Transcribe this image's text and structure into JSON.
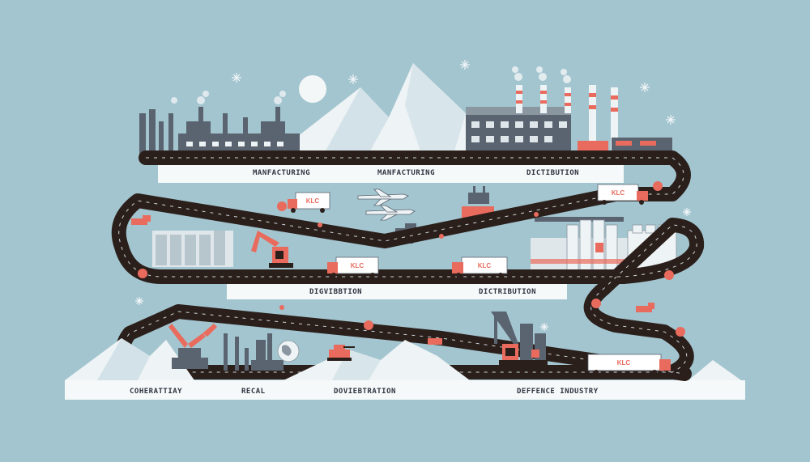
{
  "labels": {
    "top": [
      "MANFACTURING",
      "MANFACTURING",
      "DICTIBUTION"
    ],
    "middle": [
      "DIGVIBBTION",
      "DICTRIBUTION"
    ],
    "bottom": [
      "COHERATTIAY",
      "RECAL",
      "DOVIEBTRATION",
      "DEFFENCE INDUSTRY"
    ]
  },
  "truck_logo": "KLC",
  "colors": {
    "background": "#a3c5cf",
    "road": "#2b1f1b",
    "accent": "#e96b5d",
    "mountain": "#eef3f5",
    "industry": "#5a6470"
  },
  "icons": [
    "sun-icon",
    "snowflake-icon",
    "mountain-icon",
    "factory-icon",
    "truck-icon",
    "airplane-icon",
    "crane-icon",
    "excavator-icon",
    "globe-icon",
    "tank-icon"
  ]
}
